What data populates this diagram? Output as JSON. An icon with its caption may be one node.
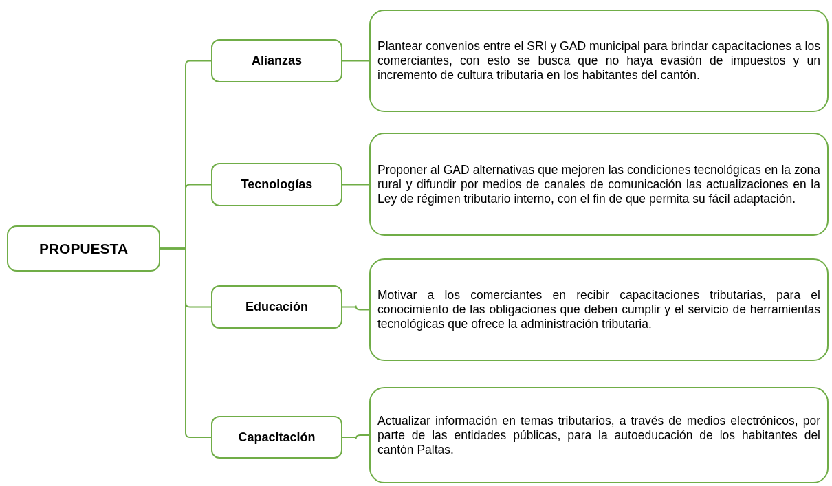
{
  "diagram": {
    "nodes": [
      {
        "text": [
          "PROPUESTA"
        ]
      },
      {
        "text": [
          "Alianzas"
        ]
      },
      {
        "text": [
          "Tecnologías"
        ]
      },
      {
        "text": [
          "Educación"
        ]
      },
      {
        "text": [
          "Capacitación"
        ]
      },
      {
        "text": [
          "Plantear convenios entre el SRI y GAD municipal para brindar capacitaciones a los comerciantes, con esto se busca que no haya evasión de impuestos y un incremento de cultura tributaria en los habitantes del cantón."
        ]
      },
      {
        "text": [
          "Proponer al GAD alternativas que mejoren las condiciones tecnológicas en la zona rural y difundir por medios de canales de comunicación las actualizaciones en la Ley de régimen tributario interno, con el fin de que permita su fácil adaptación."
        ]
      },
      {
        "text": [
          "Motivar a los comerciantes en recibir capacitaciones tributarias, para el conocimiento de las obligaciones que deben cumplir y el servicio de herramientas tecnológicas que ofrece la administración tributaria."
        ]
      },
      {
        "text": [
          "Actualizar información en temas tributarios, a través de medios electrónicos, por parte de las entidades públicas, para la autoeducación de los habitantes del cantón Paltas."
        ]
      }
    ],
    "edges": [
      {
        "from": 0,
        "to": 1,
        "arrow": "none"
      },
      {
        "from": 0,
        "to": 2,
        "arrow": "none"
      },
      {
        "from": 0,
        "to": 3,
        "arrow": "none"
      },
      {
        "from": 0,
        "to": 4,
        "arrow": "none"
      },
      {
        "from": 1,
        "to": 5,
        "arrow": "none"
      },
      {
        "from": 2,
        "to": 6,
        "arrow": "none"
      },
      {
        "from": 3,
        "to": 7,
        "arrow": "none"
      },
      {
        "from": 4,
        "to": 8,
        "arrow": "none"
      }
    ]
  }
}
